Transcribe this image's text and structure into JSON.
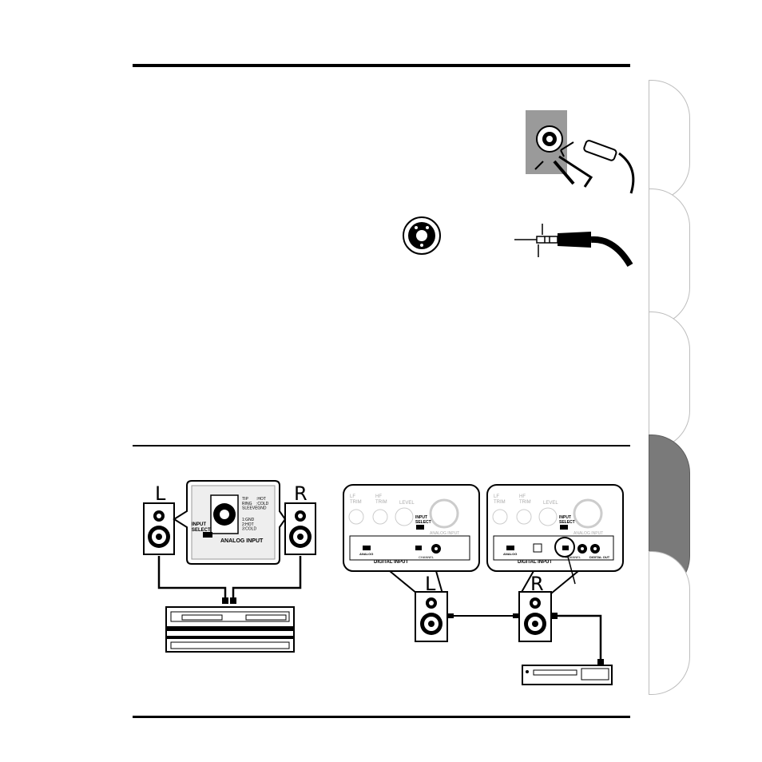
{
  "figure1": {
    "speaker_left_label": "L",
    "speaker_right_label": "R",
    "analog_panel": {
      "input_select_label": "INPUT\nSELECT",
      "analog_input_label": "ANALOG INPUT",
      "jack_legend_left": "TIP\nRING\nSLEEVE",
      "jack_legend_right": ":HOT\n:COLD\n:GND",
      "xlr_legend": "1:GND\n2:HOT\n3:COLD"
    }
  },
  "figure2": {
    "speaker_left_label": "L",
    "speaker_right_label": "R",
    "panel_left": {
      "knob_labels": [
        "LF\nTRIM",
        "HF\nTRIM",
        "LEVEL"
      ],
      "analog_input_label": "ANALOG INPUT",
      "input_select_label": "INPUT\nSELECT",
      "digital_input_label": "DIGITAL INPUT",
      "channel_label": "CHANNEL",
      "rate_label": "ANALOG"
    },
    "panel_right": {
      "knob_labels": [
        "LF\nTRIM",
        "HF\nTRIM",
        "LEVEL"
      ],
      "analog_input_label": "ANALOG INPUT",
      "input_select_label": "INPUT\nSELECT",
      "digital_input_label": "DIGITAL INPUT",
      "channel_label": "CHANNEL",
      "rate_label": "ANALOG",
      "digital_out_label": "DIGITAL OUT"
    }
  }
}
